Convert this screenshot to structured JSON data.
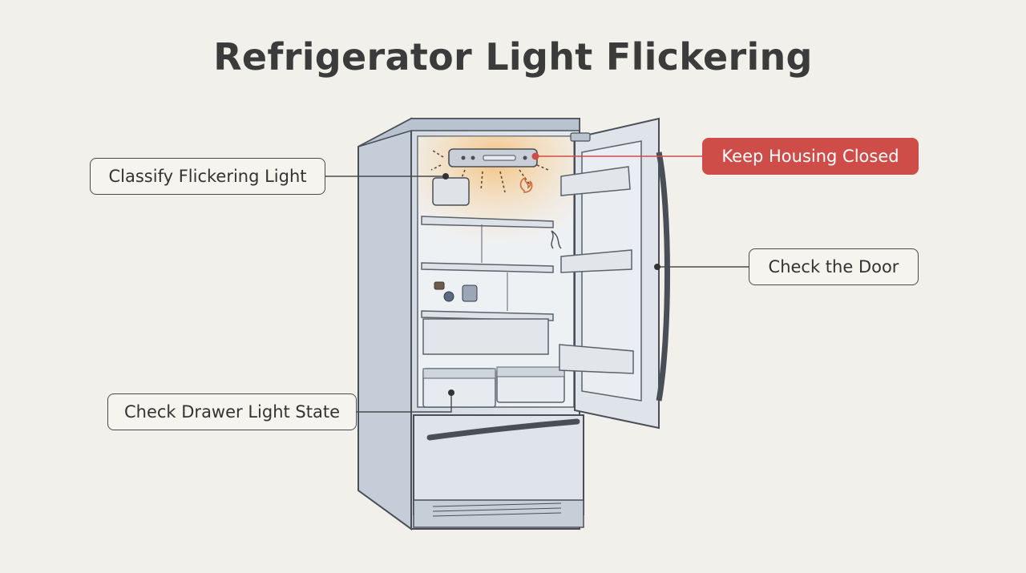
{
  "title": "Refrigerator Light Flickering",
  "callouts": {
    "classify": "Classify Flickering Light",
    "housing": "Keep Housing Closed",
    "door": "Check the Door",
    "drawer": "Check Drawer Light State"
  },
  "colors": {
    "background": "#f1f0ea",
    "alert": "#cf4d49",
    "glow": "#f6b25a",
    "outline": "#4a4a4a"
  }
}
